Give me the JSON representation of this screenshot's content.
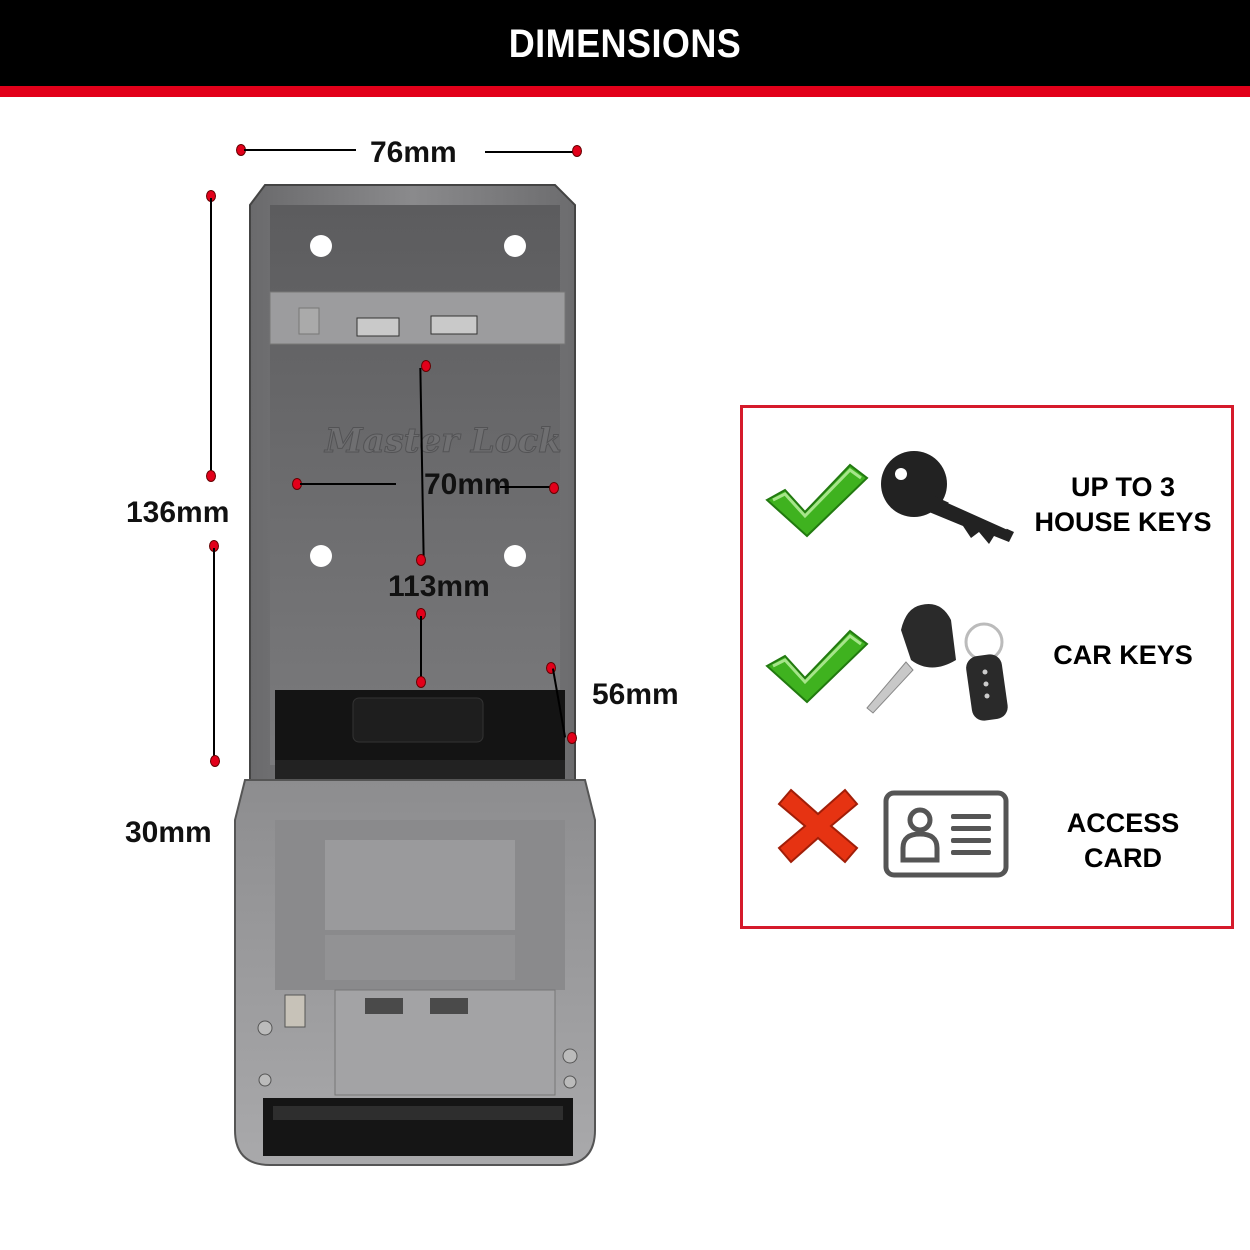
{
  "header": {
    "title": "DIMENSIONS"
  },
  "colors": {
    "header_bg": "#000000",
    "accent_red": "#e2001a",
    "legend_border": "#d51a2b",
    "check_green": "#3fb21f",
    "cross_red": "#e63312"
  },
  "dimensions": {
    "width_outer": "76mm",
    "height_outer": "136mm",
    "width_inner": "70mm",
    "height_inner": "113mm",
    "depth_inner": "56mm",
    "depth_outer": "30mm"
  },
  "legend": {
    "items": [
      {
        "status": "allowed",
        "status_icon": "green-check",
        "item_icon": "house-key",
        "label_line1": "UP TO 3",
        "label_line2": "HOUSE KEYS"
      },
      {
        "status": "allowed",
        "status_icon": "green-check",
        "item_icon": "car-key-fob",
        "label_line1": "CAR KEYS",
        "label_line2": ""
      },
      {
        "status": "not-allowed",
        "status_icon": "red-cross",
        "item_icon": "id-card",
        "label_line1": "ACCESS",
        "label_line2": "CARD"
      }
    ]
  },
  "product": {
    "brand_emboss": "Master Lock"
  }
}
